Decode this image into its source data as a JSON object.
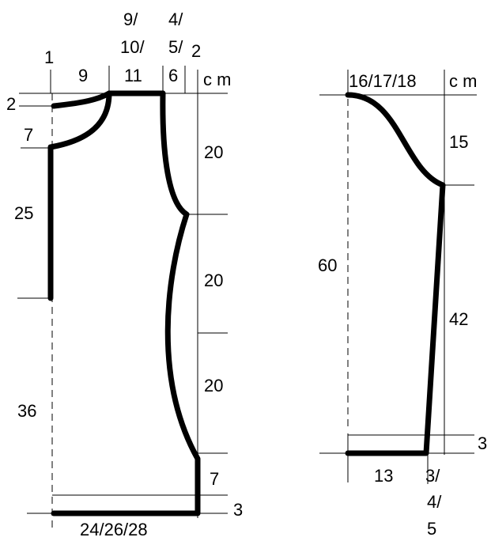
{
  "body_pattern": {
    "unit": "c m",
    "top_labels": {
      "col_1": "1",
      "shoulder_width": "9",
      "neck_sizes": [
        "9/",
        "10/",
        "11"
      ],
      "neck_drop_sizes": [
        "4/",
        "5/",
        "6"
      ],
      "col_2": "2"
    },
    "left_labels": {
      "shoulder_slope": "2",
      "neck_to_armhole": "7",
      "armhole_depth": "25",
      "side_length": "36"
    },
    "right_labels": {
      "section_1": "20",
      "section_2": "20",
      "section_3": "20",
      "hem_allowance": "7",
      "rib": "3"
    },
    "bottom_width": "24/26/28"
  },
  "sleeve_pattern": {
    "unit": "c m",
    "top_width": "16/17/18",
    "cap_height": "15",
    "length": "60",
    "lower_length": "42",
    "cuff": "3",
    "bottom_width": "13",
    "bottom_extra_sizes": [
      "3/",
      "4/",
      "5"
    ]
  }
}
